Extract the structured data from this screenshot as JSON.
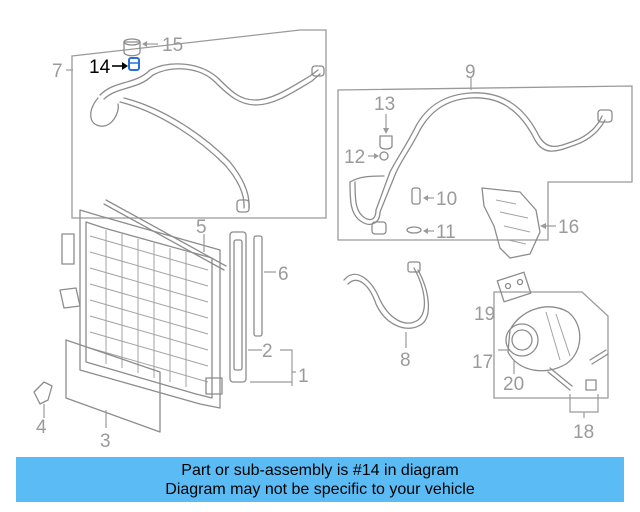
{
  "diagram": {
    "callouts": [
      {
        "number": "1",
        "highlighted": false
      },
      {
        "number": "2",
        "highlighted": false
      },
      {
        "number": "3",
        "highlighted": false
      },
      {
        "number": "4",
        "highlighted": false
      },
      {
        "number": "5",
        "highlighted": false
      },
      {
        "number": "6",
        "highlighted": false
      },
      {
        "number": "7",
        "highlighted": false
      },
      {
        "number": "8",
        "highlighted": false
      },
      {
        "number": "9",
        "highlighted": false
      },
      {
        "number": "10",
        "highlighted": false
      },
      {
        "number": "11",
        "highlighted": false
      },
      {
        "number": "12",
        "highlighted": false
      },
      {
        "number": "13",
        "highlighted": false
      },
      {
        "number": "14",
        "highlighted": true
      },
      {
        "number": "15",
        "highlighted": false
      },
      {
        "number": "16",
        "highlighted": false
      },
      {
        "number": "17",
        "highlighted": false
      },
      {
        "number": "18",
        "highlighted": false
      },
      {
        "number": "19",
        "highlighted": false
      },
      {
        "number": "20",
        "highlighted": false
      }
    ],
    "colors": {
      "line": "#8c8c8c",
      "highlight": "#000000",
      "highlight_part": "#2a6fd6"
    }
  },
  "banner": {
    "line1": "Part or sub-assembly is #14 in diagram",
    "line2": "Diagram may not be specific to your vehicle",
    "background": "#5bbcf5"
  }
}
